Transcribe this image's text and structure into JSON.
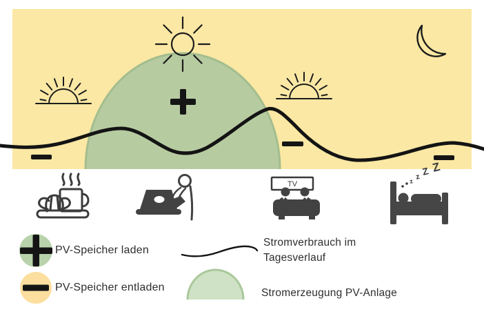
{
  "colors": {
    "page_background": "#ffffff",
    "day_area": "#fae8a4",
    "pv_curve_fill": "#b7cba1",
    "pv_curve_stroke": "#a3bd8e",
    "consumption_line": "#141414",
    "icon_gray": "#404040",
    "outline_black": "#1c1c1c",
    "legend_green_circle": "#b8d3ab",
    "legend_yellow_circle": "#fcdf9e",
    "legend_dome_fill": "#cfe2c5",
    "legend_dome_stroke": "#a9c89b"
  },
  "scene": {
    "icons": [
      "sunrise-icon",
      "sun-icon",
      "sunset-icon",
      "moon-icon",
      "breakfast-icon",
      "laptop-work-icon",
      "tv-couch-icon",
      "sleeping-bed-icon"
    ],
    "tv_label": "TV",
    "sleep_text": [
      "z",
      "z",
      "Z",
      "Z"
    ],
    "charge_symbol": "+",
    "discharge_symbol": "−"
  },
  "legend": {
    "charge_label": "PV-Speicher laden",
    "discharge_label": "PV-Speicher entladen",
    "consumption_label": "Stromverbrauch im Tagesverlauf",
    "generation_label": "Stromerzeugung PV-Anlage"
  }
}
